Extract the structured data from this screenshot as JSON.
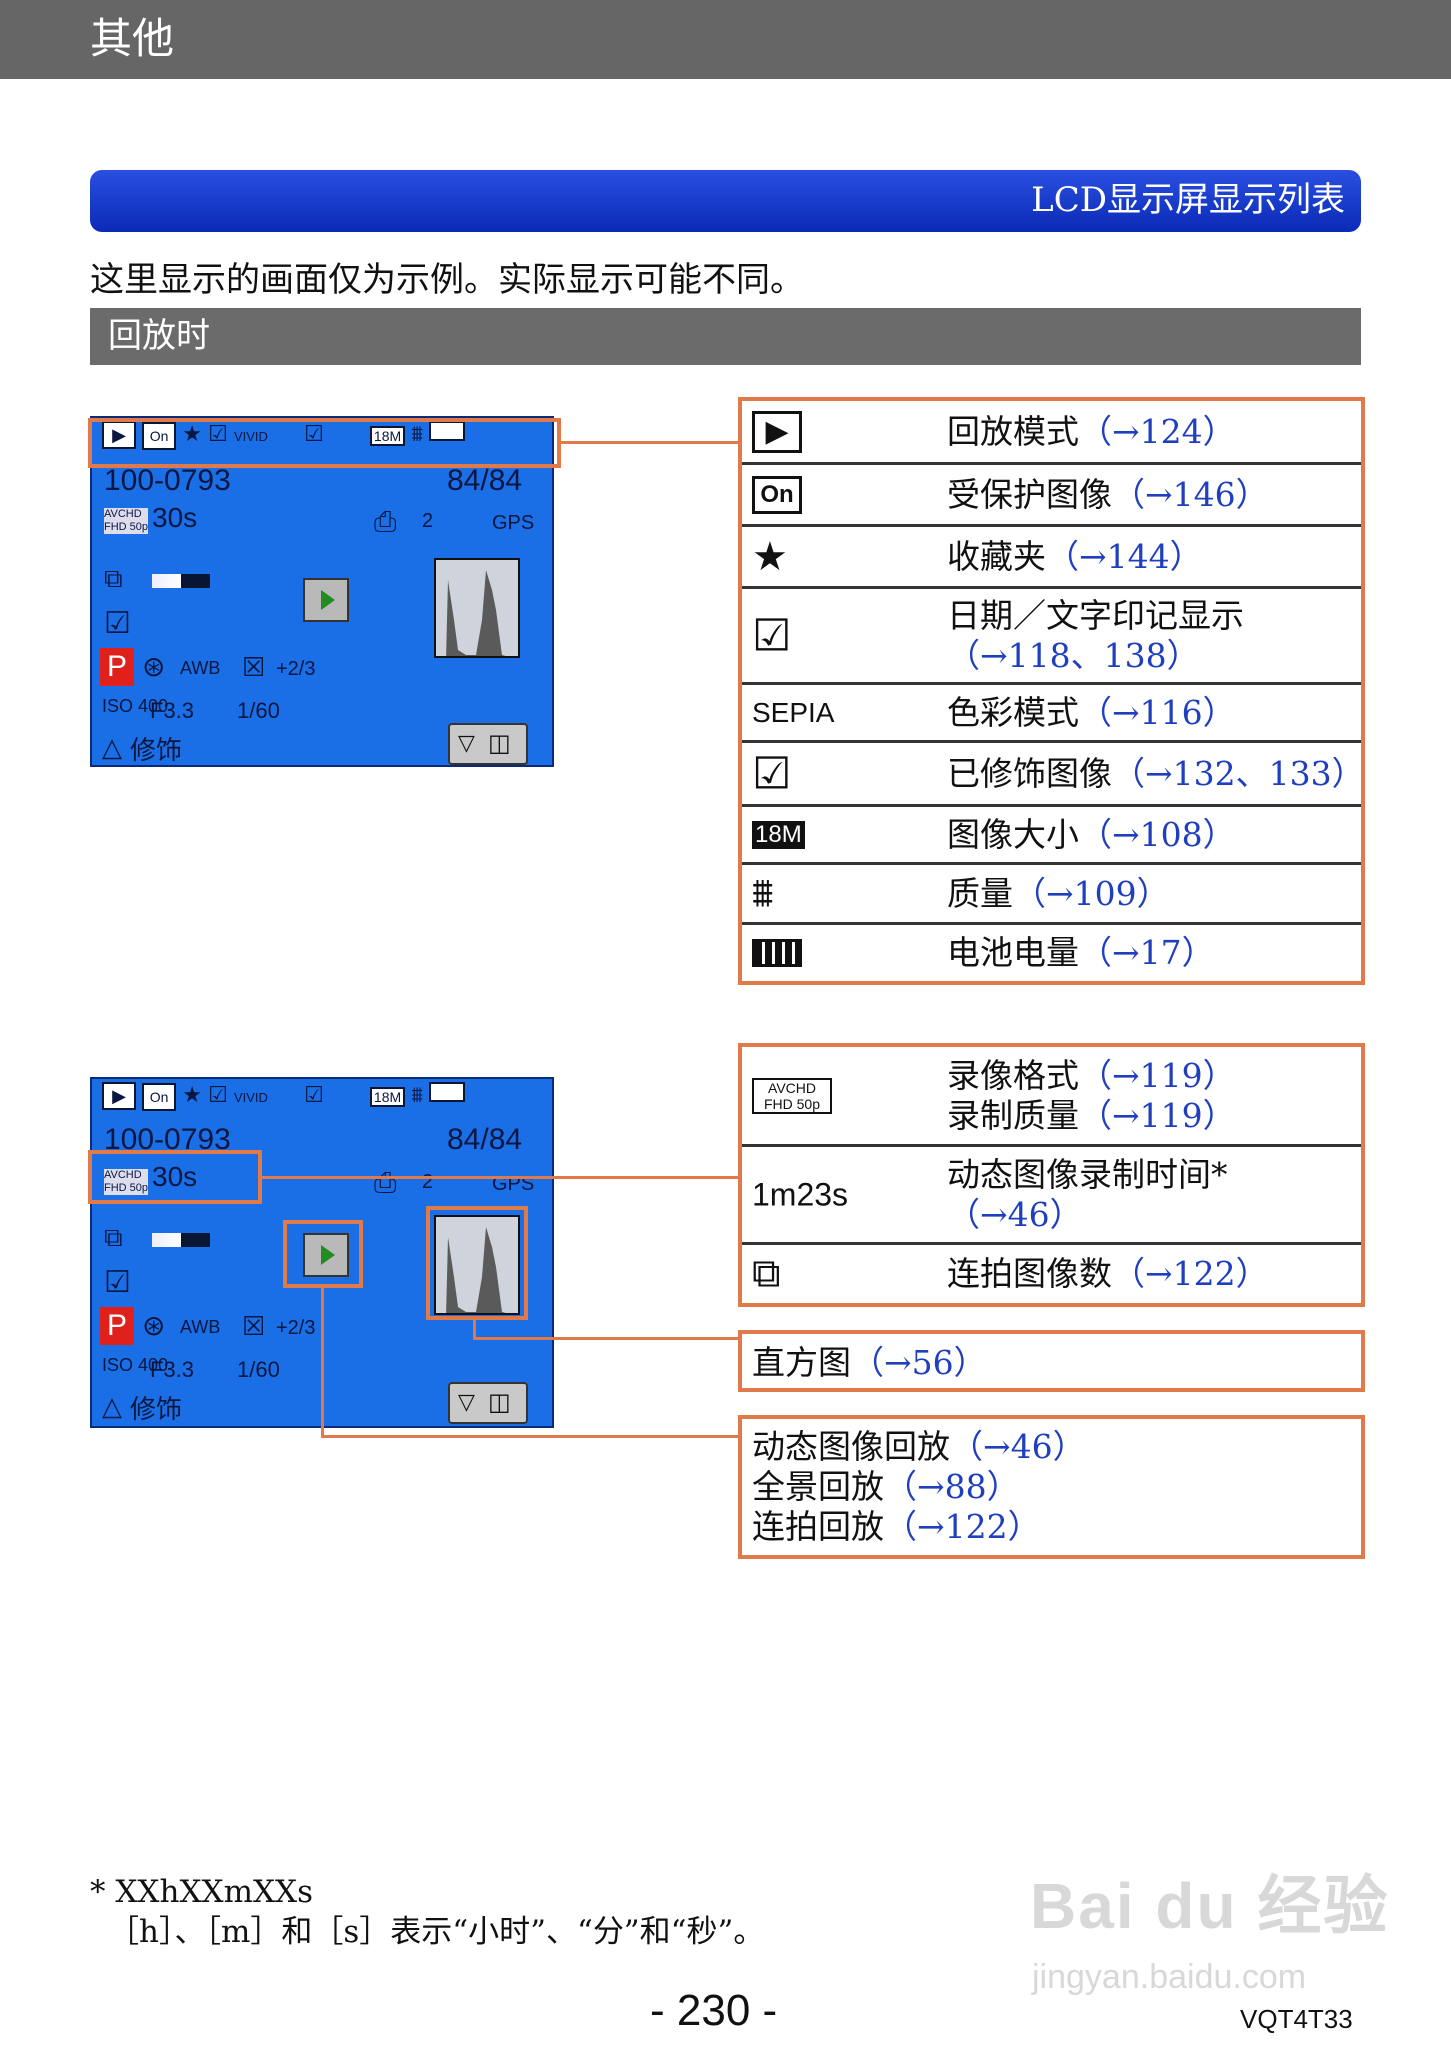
{
  "header": {
    "title": "其他"
  },
  "section": {
    "title": "LCD显示屏显示列表"
  },
  "intro": "这里显示的画面仅为示例。实际显示可能不同。",
  "subsection": {
    "title": "回放时"
  },
  "lcd": {
    "top_icons": [
      "▶",
      "On",
      "★",
      "☑",
      "VIVID",
      "☑",
      "18M",
      "⩩",
      "▭"
    ],
    "file_number": "100-0793",
    "frame_count": "84/84",
    "avchd_small": "AVCHD\nFHD 50p",
    "rec_time": "30s",
    "print_count": "2",
    "gps": "GPS",
    "burst_icon": "⧉",
    "retouch_icon": "☑",
    "mode_p": "P",
    "awb": "AWB",
    "exposure": "+2/3",
    "iso": "ISO 400",
    "aperture": "F3.3",
    "shutter": "1/60",
    "retouch_label": "修饰"
  },
  "legend1": [
    {
      "icon": "▶",
      "label": "回放模式",
      "ref": "（→124）"
    },
    {
      "icon": "On",
      "label": "受保护图像",
      "ref": "（→146）"
    },
    {
      "icon": "★",
      "label": "收藏夹",
      "ref": "（→144）"
    },
    {
      "icon": "☑",
      "label": "日期／文字印记显示",
      "ref": "（→118、138）"
    },
    {
      "icon": "SEPIA",
      "label": "色彩模式",
      "ref": "（→116）"
    },
    {
      "icon": "☑",
      "label": "已修饰图像",
      "ref": "（→132、133）"
    },
    {
      "icon": "18M",
      "label": "图像大小",
      "ref": "（→108）"
    },
    {
      "icon": "⩩",
      "label": "质量",
      "ref": "（→109）"
    },
    {
      "icon": "▭",
      "label": "电池电量",
      "ref": "（→17）"
    }
  ],
  "legend2": [
    {
      "icon": "AVCHD FHD 50p",
      "label": "录像格式",
      "ref": "（→119）",
      "label2": "录制质量",
      "ref2": "（→119）"
    },
    {
      "icon": "1m23s",
      "label": "动态图像录制时间*",
      "ref": "（→46）"
    },
    {
      "icon": "⧉",
      "label": "连拍图像数",
      "ref": "（→122）"
    }
  ],
  "histogram": {
    "label": "直方图",
    "ref": "（→56）"
  },
  "playback_box": [
    {
      "label": "动态图像回放",
      "ref": "（→46）"
    },
    {
      "label": "全景回放",
      "ref": "（→88）"
    },
    {
      "label": "连拍回放",
      "ref": "（→122）"
    }
  ],
  "footnote": {
    "line1": "* XXhXXmXXs",
    "line2": "［h］、［m］和［s］表示“小时”、“分”和“秒”。"
  },
  "page_number": "- 230 -",
  "doc_code": "VQT4T33",
  "watermark": "Bai du 经验",
  "watermark_sub": "jingyan.baidu.com"
}
